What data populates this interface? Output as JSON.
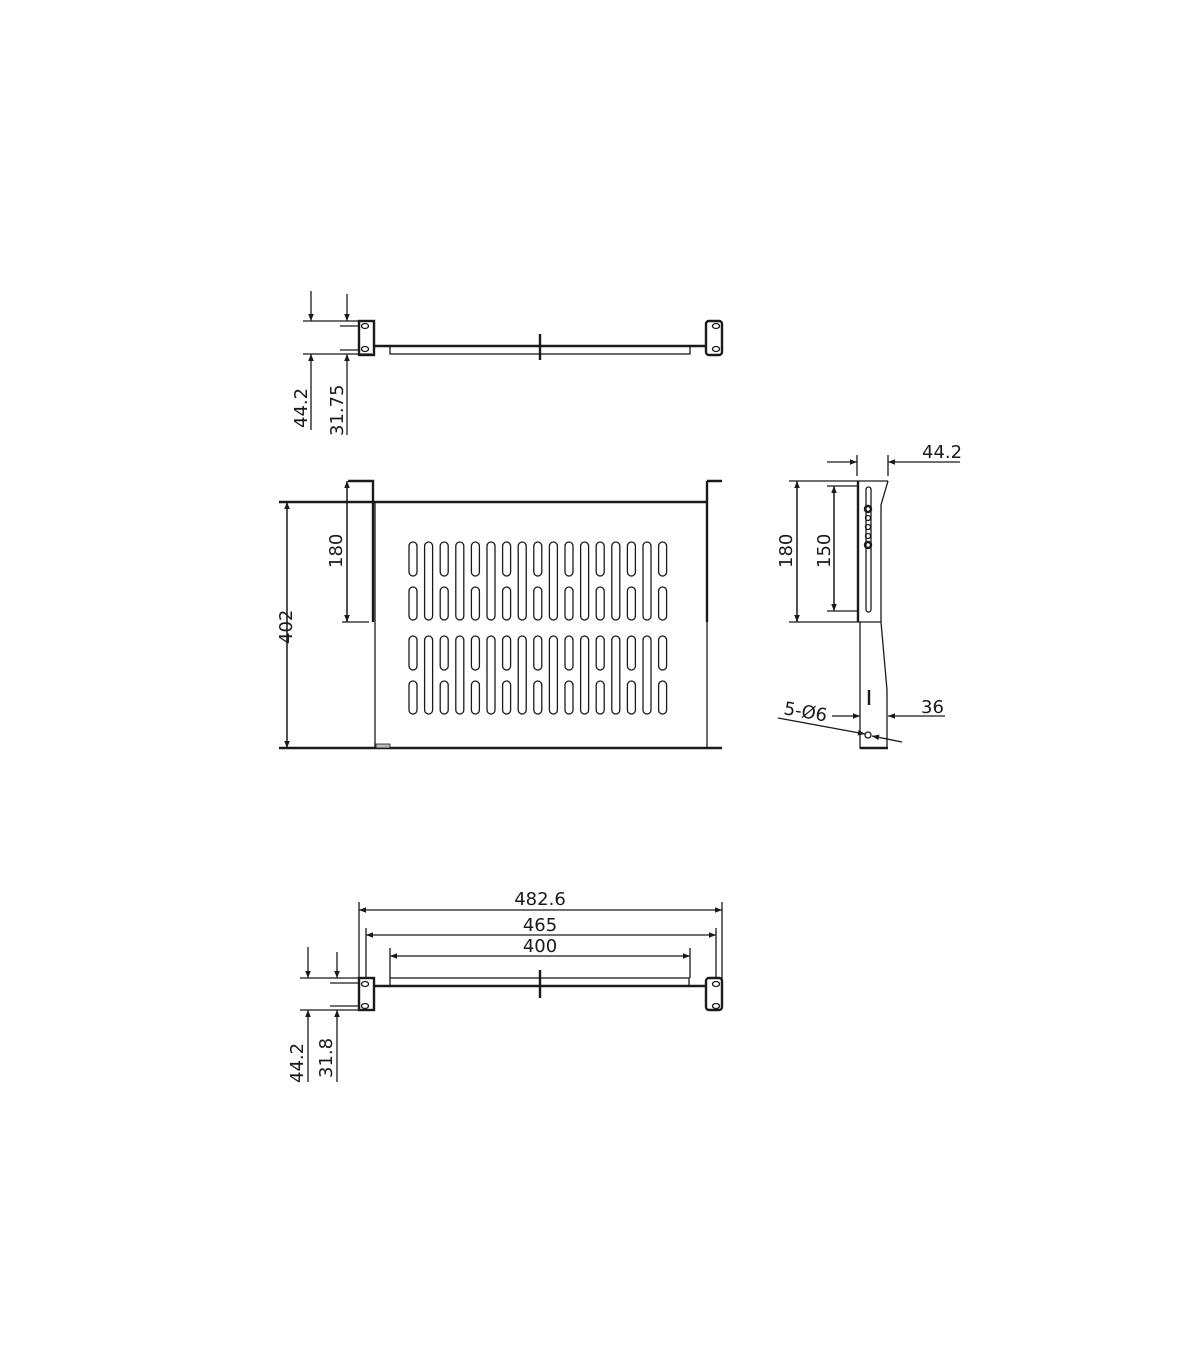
{
  "drawing": {
    "title": "1U rack shelf dimension drawing",
    "top_view": {
      "dim_height": "44.2",
      "dim_hole_pitch": "31.75"
    },
    "front_view": {
      "dim_depth": "402",
      "dim_bracket": "180",
      "slot_columns": 17
    },
    "side_view": {
      "dim_width": "44.2",
      "dim_bracket": "180",
      "dim_slot": "150",
      "dim_bottom": "36",
      "hole_callout": "5-Ø6"
    },
    "bottom_view": {
      "dim_overall": "482.6",
      "dim_mount": "465",
      "dim_tray": "400",
      "dim_height": "44.2",
      "dim_hole_pitch": "31.8"
    }
  }
}
